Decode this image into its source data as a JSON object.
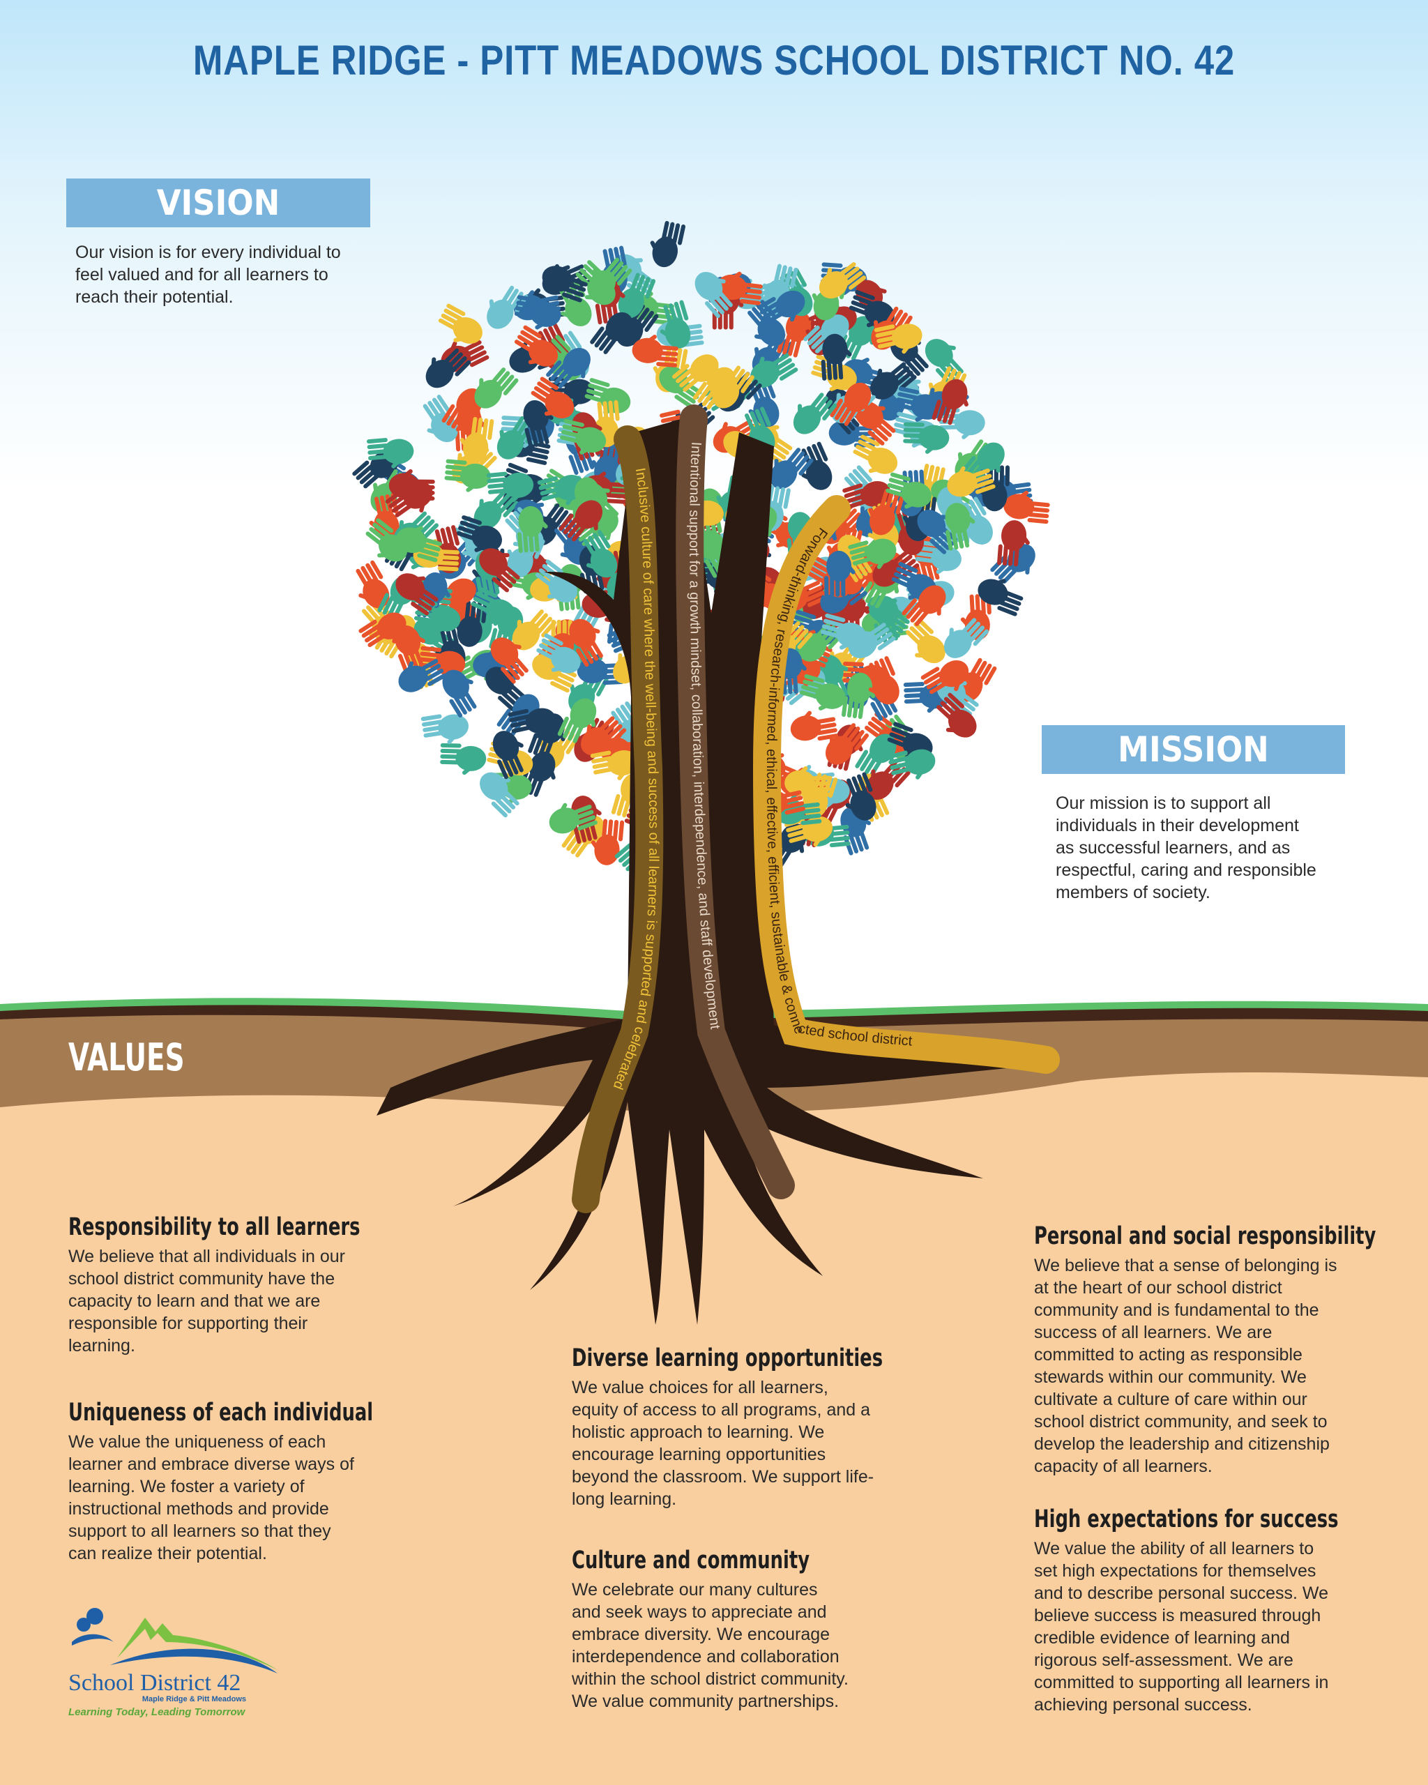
{
  "header": {
    "title": "MAPLE RIDGE - PITT MEADOWS SCHOOL DISTRICT NO. 42"
  },
  "vision": {
    "label": "VISION",
    "text": "Our vision is for every individual to feel valued and for all learners to reach their potential."
  },
  "mission": {
    "label": "MISSION",
    "text": "Our mission is to support all individuals in their development as successful learners, and as respectful, caring and responsible members of society."
  },
  "tree": {
    "branches": [
      "Inclusive culture of care where the well-being and success of all learners is supported and celebrated",
      "Intentional support for a growth mindset, collaboration, interdependence, and staff development",
      "Forward-thinking, research-informed, ethical, effective, efficient, sustainable & connected school district"
    ],
    "colors": [
      "#e8532b",
      "#2f6fa6",
      "#5bbf6a",
      "#f0c23a",
      "#b3312b",
      "#6fc3d0",
      "#1f3f5e",
      "#3cae8f"
    ]
  },
  "values": {
    "label": "VALUES",
    "items": [
      {
        "title": "Responsibility to all learners",
        "text": "We believe that all individuals in our school district community have the capacity to learn and that we are responsible for supporting their learning."
      },
      {
        "title": "Uniqueness of each individual",
        "text": "We value the uniqueness of each learner and embrace diverse ways of learning. We foster a variety of instructional methods and provide support to all learners so that they can realize their potential."
      },
      {
        "title": "Diverse learning opportunities",
        "text": "We value choices for all learners, equity of access to all programs, and a holistic approach to learning. We encourage learning opportunities beyond the classroom. We support life-long learning."
      },
      {
        "title": "Culture and community",
        "text": "We celebrate our many cultures and seek ways to appreciate and embrace diversity. We encourage interdependence and collaboration within the school district community. We value community partnerships."
      },
      {
        "title": "Personal and social responsibility",
        "text": "We believe that a sense of belonging is at the heart of our school district community and is fundamental to the success of all learners. We are committed to acting as responsible stewards within our community. We cultivate a culture of care within our school district community, and seek to develop the leadership and citizenship capacity of all learners."
      },
      {
        "title": "High expectations for success",
        "text": "We value the ability of all learners to set high expectations for themselves and to describe personal success. We believe success is measured through credible evidence of learning and rigorous self-assessment. We are committed to supporting all learners in achieving personal success."
      }
    ]
  },
  "logo": {
    "name": "School District 42",
    "sub": "Maple Ridge & Pitt Meadows",
    "tagline": "Learning Today, Leading Tomorrow"
  }
}
